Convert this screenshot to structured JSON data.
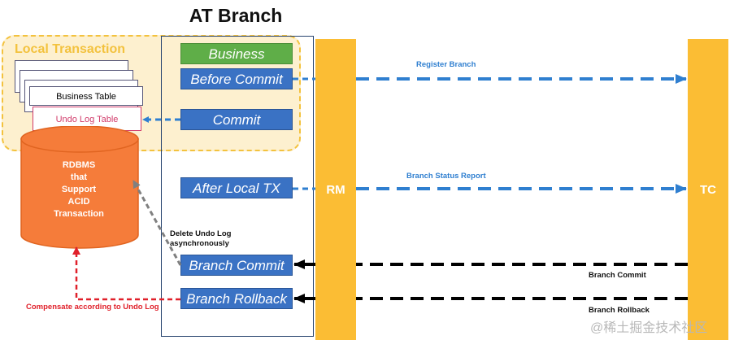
{
  "title": "AT Branch",
  "local_transaction_label": "Local Transaction",
  "steps": {
    "business": "Business",
    "before_commit": "Before Commit",
    "commit": "Commit",
    "after_local_tx": "After Local TX",
    "branch_commit": "Branch Commit",
    "branch_rollback": "Branch Rollback"
  },
  "tables": {
    "business_table": "Business Table",
    "undo_log_table": "Undo Log Table"
  },
  "database": {
    "lines": [
      "RDBMS",
      "that",
      "Support",
      "ACID",
      "Transaction"
    ]
  },
  "rm_label": "RM",
  "tc_label": "TC",
  "arrows": {
    "register_branch": "Register Branch",
    "branch_status_report": "Branch Status Report",
    "branch_commit": "Branch Commit",
    "branch_rollback": "Branch Rollback",
    "delete_undo_log": "Delete Undo Log asynchronously",
    "delete_undo_log_line1": "Delete Undo Log",
    "delete_undo_log_line2": "asynchronously",
    "compensate": "Compensate according to Undo Log"
  },
  "watermark": "@稀土掘金技术社区",
  "colors": {
    "blue": "#3a72c4",
    "green": "#5fae48",
    "orange": "#f57c3a",
    "gold": "#fbbd34",
    "red": "#e0202a",
    "arrow_blue": "#2f7fd0"
  }
}
